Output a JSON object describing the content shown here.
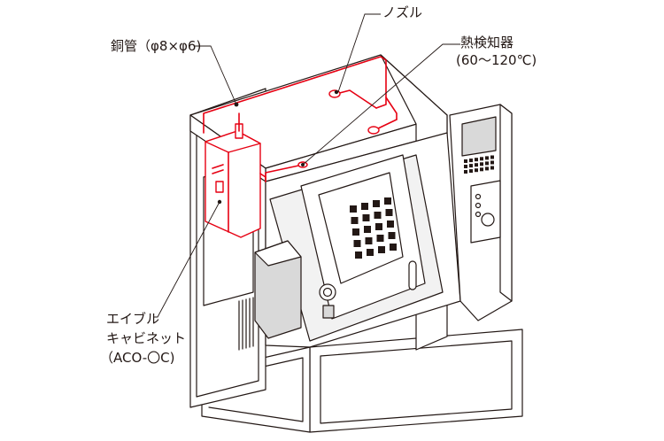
{
  "labels": {
    "nozzle": "ノズル",
    "copper_pipe": "銅管（φ8×φ6)",
    "heat_detector_line1": "熱検知器",
    "heat_detector_line2": "(60〜120℃)",
    "cabinet_line1": "エイブル",
    "cabinet_line2": "キャビネット",
    "cabinet_line3": "（ACO-〇C)"
  },
  "colors": {
    "pipe_red": "#e60012",
    "line_black": "#231815"
  }
}
